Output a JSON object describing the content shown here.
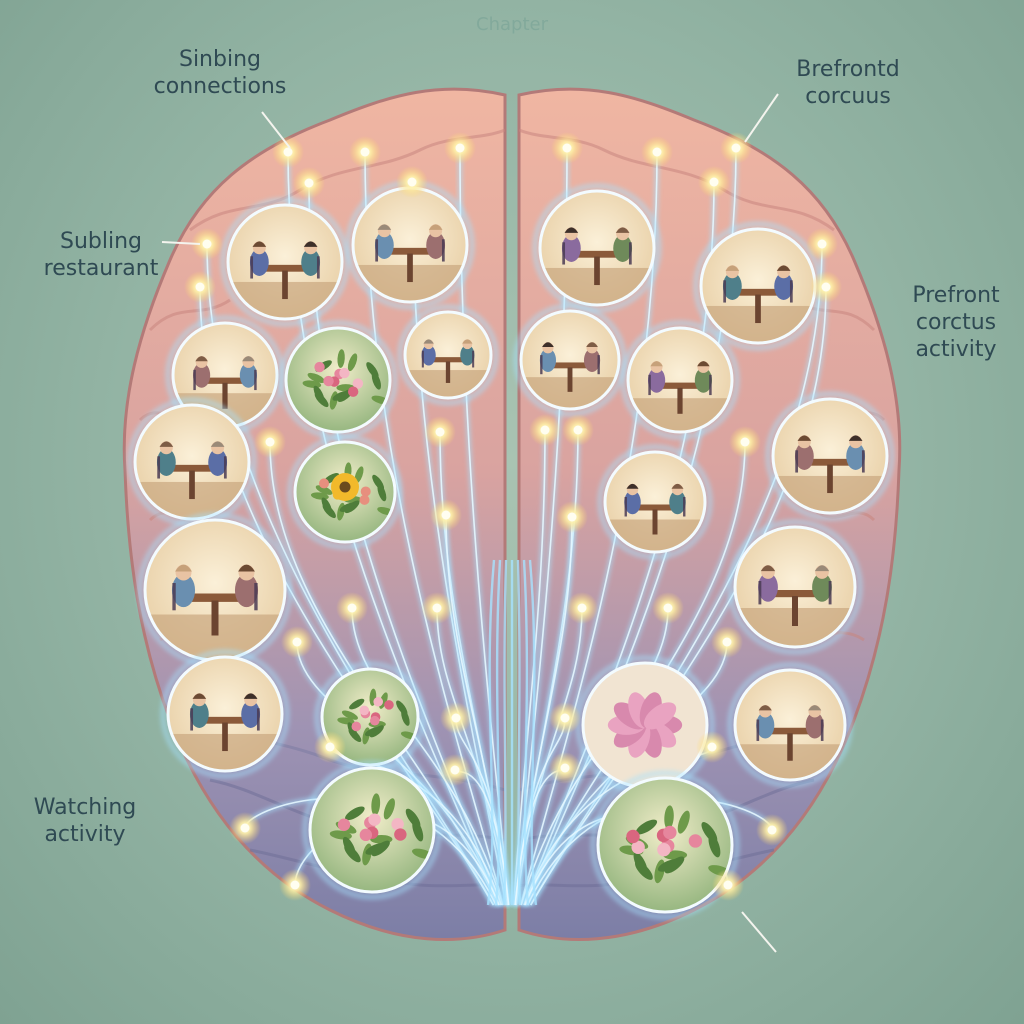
{
  "title": "Chapter",
  "labels": {
    "top_left": [
      "Sinbing",
      "connections"
    ],
    "top_right": [
      "Brefrontd",
      "corcuus"
    ],
    "mid_left": [
      "Subling",
      "restaurant"
    ],
    "mid_right": [
      "Prefront",
      "corctus",
      "activity"
    ],
    "bottom_left": [
      "Watching",
      "activity"
    ]
  },
  "scenes": [
    {
      "name": "scene-people-reading",
      "kind": "people"
    },
    {
      "name": "scene-person-resting",
      "kind": "people"
    },
    {
      "name": "scene-people-desk",
      "kind": "people"
    },
    {
      "name": "scene-people-restaurant",
      "kind": "people"
    },
    {
      "name": "scene-people-sofa",
      "kind": "people"
    },
    {
      "name": "scene-garden",
      "kind": "garden"
    },
    {
      "name": "scene-people-hugging",
      "kind": "people"
    },
    {
      "name": "scene-people-talking-left",
      "kind": "people"
    },
    {
      "name": "scene-people-cafe",
      "kind": "people"
    },
    {
      "name": "scene-people-table-right",
      "kind": "people"
    },
    {
      "name": "scene-people-dining-left",
      "kind": "people"
    },
    {
      "name": "scene-sunflower",
      "kind": "garden"
    },
    {
      "name": "scene-people-meal",
      "kind": "people"
    },
    {
      "name": "scene-people-tea",
      "kind": "people"
    },
    {
      "name": "scene-people-bistro",
      "kind": "people"
    },
    {
      "name": "scene-people-laptop",
      "kind": "people"
    },
    {
      "name": "scene-roses",
      "kind": "garden"
    },
    {
      "name": "scene-leaves",
      "kind": "garden"
    },
    {
      "name": "scene-pink-flower",
      "kind": "garden"
    },
    {
      "name": "scene-people-workshop",
      "kind": "people"
    },
    {
      "name": "scene-bouquet",
      "kind": "garden"
    },
    {
      "name": "scene-people-computer",
      "kind": "people"
    }
  ],
  "colors": {
    "brain": "#e4a896",
    "brain_lower": "#8f8aa8",
    "nerve": "#a6e2ff",
    "glow": "#fff3b0",
    "label": "#2f4a53"
  }
}
